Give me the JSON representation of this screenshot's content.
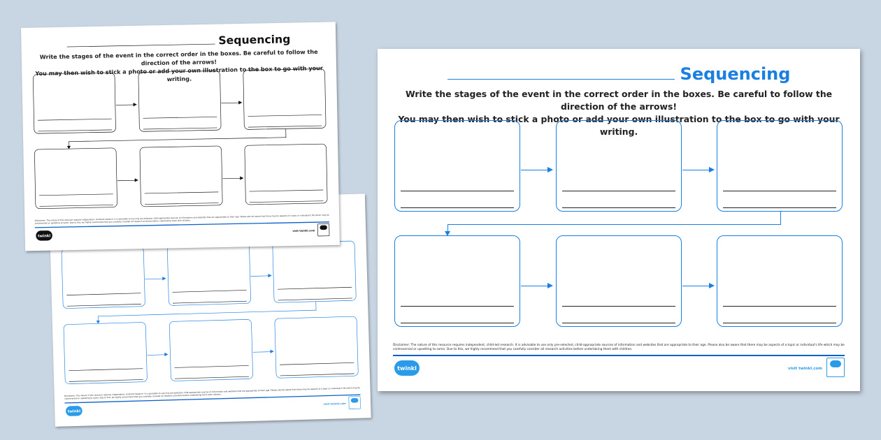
{
  "worksheet": {
    "title": "Sequencing",
    "instructions_line1": "Write the stages of the event in the correct order in the boxes. Be careful to follow the direction of the arrows!",
    "instructions_line2": "You may then wish to stick a photo or add your own illustration to the box to go with your writing.",
    "disclaimer": "Disclaimer: The nature of this resource requires independent, child-led research. It is advisable to use only pre-selected, child-appropriate sources of information and websites that are appropriate to their age. Please also be aware that there may be aspects of a topic or individual's life which may be controversial or upsetting to some. Due to this, we highly recommend that you carefully consider all research activities before undertaking them with children.",
    "logo_text": "twinkl",
    "visit_text": "visit twinkl.com",
    "box_count": 6
  },
  "colors": {
    "background": "#c8d5e2",
    "accent_blue": "#1a7fe0",
    "black_version": "#111111",
    "brand": "#2a9be8"
  }
}
